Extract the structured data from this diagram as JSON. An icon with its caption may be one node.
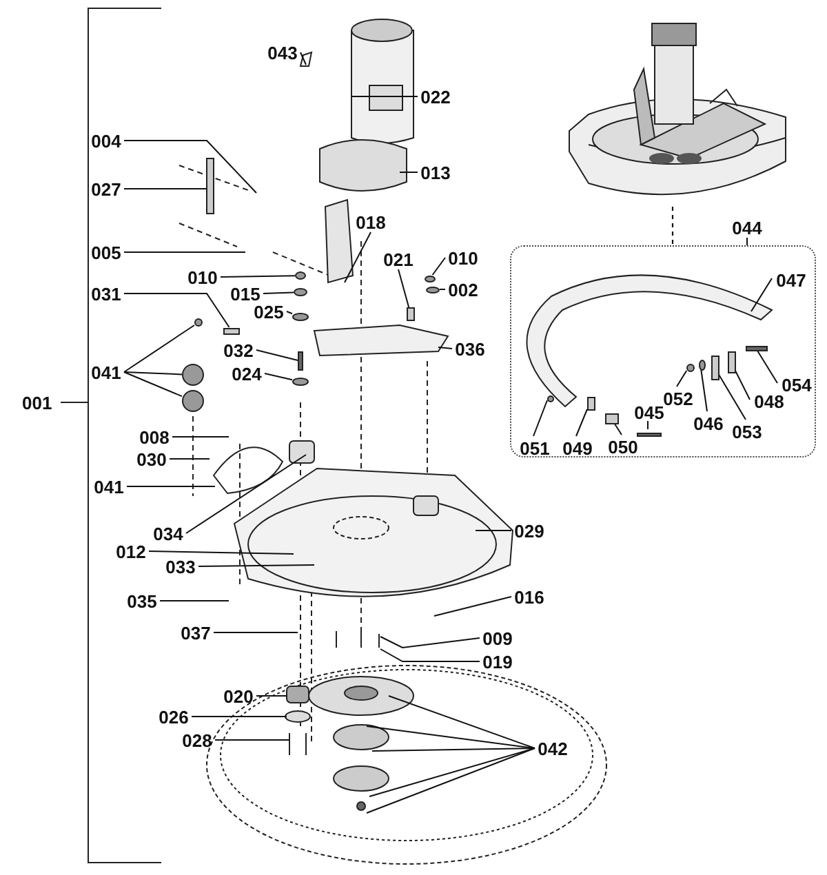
{
  "diagram": {
    "nodes": [
      {
        "text": [
          "043"
        ]
      },
      {
        "text": [
          "022"
        ]
      },
      {
        "text": [
          "004"
        ]
      },
      {
        "text": [
          "027"
        ]
      },
      {
        "text": [
          "013"
        ]
      },
      {
        "text": [
          "005"
        ]
      },
      {
        "text": [
          "018"
        ]
      },
      {
        "text": [
          "010"
        ]
      },
      {
        "text": [
          "015"
        ]
      },
      {
        "text": [
          "021"
        ]
      },
      {
        "text": [
          "010"
        ]
      },
      {
        "text": [
          "002"
        ]
      },
      {
        "text": [
          "031"
        ]
      },
      {
        "text": [
          "025"
        ]
      },
      {
        "text": [
          "036"
        ]
      },
      {
        "text": [
          "041"
        ]
      },
      {
        "text": [
          "032"
        ]
      },
      {
        "text": [
          "024"
        ]
      },
      {
        "text": [
          "008"
        ]
      },
      {
        "text": [
          "030"
        ]
      },
      {
        "text": [
          "041"
        ]
      },
      {
        "text": [
          "034"
        ]
      },
      {
        "text": [
          "029"
        ]
      },
      {
        "text": [
          "012"
        ]
      },
      {
        "text": [
          "033"
        ]
      },
      {
        "text": [
          "035"
        ]
      },
      {
        "text": [
          "016"
        ]
      },
      {
        "text": [
          "037"
        ]
      },
      {
        "text": [
          "009"
        ]
      },
      {
        "text": [
          "019"
        ]
      },
      {
        "text": [
          "020"
        ]
      },
      {
        "text": [
          "026"
        ]
      },
      {
        "text": [
          "028"
        ]
      },
      {
        "text": [
          "042"
        ]
      },
      {
        "text": [],
        "shape": "picture"
      },
      {
        "text": [],
        "shape": "box"
      },
      {
        "text": [
          "044"
        ]
      },
      {
        "text": [
          "047"
        ],
        "in": 35
      },
      {
        "text": [
          "052"
        ],
        "in": 35
      },
      {
        "text": [
          "054"
        ],
        "in": 35
      },
      {
        "text": [
          "048"
        ],
        "in": 35
      },
      {
        "text": [
          "046"
        ],
        "in": 35
      },
      {
        "text": [
          "053"
        ],
        "in": 35
      },
      {
        "text": [
          "045"
        ],
        "in": 35
      },
      {
        "text": [
          "051"
        ],
        "in": 35
      },
      {
        "text": [
          "049"
        ],
        "in": 35
      },
      {
        "text": [
          "050"
        ],
        "in": 35
      },
      {
        "text": [],
        "shape": "circle"
      },
      {
        "text": [],
        "shape": "circle"
      },
      {
        "text": [],
        "shape": "box"
      },
      {
        "text": [],
        "shape": "circle"
      },
      {
        "text": [],
        "shape": "circle"
      },
      {
        "text": [],
        "shape": "circle"
      },
      {
        "text": [],
        "shape": "circle"
      },
      {
        "text": [],
        "shape": "bar"
      },
      {
        "text": [],
        "shape": "circle"
      },
      {
        "text": [],
        "shape": "circle",
        "in": 35
      },
      {
        "text": [],
        "shape": "box",
        "in": 35
      },
      {
        "text": [],
        "shape": "box",
        "in": 35
      },
      {
        "text": [],
        "shape": "bar",
        "in": 35
      },
      {
        "text": [],
        "shape": "circle",
        "in": 35
      },
      {
        "text": [],
        "shape": "circle",
        "in": 35
      },
      {
        "text": [],
        "shape": "box",
        "in": 35
      },
      {
        "text": [],
        "shape": "box",
        "in": 35
      },
      {
        "text": [],
        "shape": "bar",
        "in": 35
      },
      {
        "text": [],
        "shape": "circle"
      },
      {
        "text": [],
        "shape": "circle"
      },
      {
        "text": [],
        "shape": "box"
      }
    ],
    "edges": [
      {
        "from": 0,
        "to": null,
        "arrow": "none"
      },
      {
        "from": 1,
        "to": null,
        "arrow": "none"
      },
      {
        "from": 2,
        "to": null,
        "arrow": "none"
      },
      {
        "from": 3,
        "to": null,
        "arrow": "none"
      },
      {
        "from": 4,
        "to": null,
        "arrow": "none"
      },
      {
        "from": 5,
        "to": null,
        "arrow": "none"
      },
      {
        "from": 6,
        "to": null,
        "arrow": "none"
      },
      {
        "from": 7,
        "to": 47,
        "arrow": "none"
      },
      {
        "from": 8,
        "to": 48,
        "arrow": "none"
      },
      {
        "from": 9,
        "to": 67,
        "arrow": "none"
      },
      {
        "from": 10,
        "to": 65,
        "arrow": "none"
      },
      {
        "from": 11,
        "to": 66,
        "arrow": "none"
      },
      {
        "from": 12,
        "to": 49,
        "arrow": "none"
      },
      {
        "from": 13,
        "to": 50,
        "arrow": "none"
      },
      {
        "from": 14,
        "to": null,
        "arrow": "none"
      },
      {
        "from": 15,
        "to": 51,
        "arrow": "none"
      },
      {
        "from": 15,
        "to": 52,
        "arrow": "none"
      },
      {
        "from": 15,
        "to": 53,
        "arrow": "none"
      },
      {
        "from": 16,
        "to": 54,
        "arrow": "none"
      },
      {
        "from": 17,
        "to": 55,
        "arrow": "none"
      },
      {
        "from": 18,
        "to": null,
        "arrow": "none"
      },
      {
        "from": 19,
        "to": null,
        "arrow": "none"
      },
      {
        "from": 20,
        "to": null,
        "arrow": "none"
      },
      {
        "from": 21,
        "to": null,
        "arrow": "none"
      },
      {
        "from": 22,
        "to": null,
        "arrow": "none"
      },
      {
        "from": 23,
        "to": null,
        "arrow": "none"
      },
      {
        "from": 24,
        "to": null,
        "arrow": "none"
      },
      {
        "from": 25,
        "to": null,
        "arrow": "none"
      },
      {
        "from": 26,
        "to": null,
        "arrow": "none"
      },
      {
        "from": 27,
        "to": null,
        "arrow": "none"
      },
      {
        "from": 28,
        "to": null,
        "arrow": "none"
      },
      {
        "from": 29,
        "to": null,
        "arrow": "none"
      },
      {
        "from": 30,
        "to": null,
        "arrow": "none"
      },
      {
        "from": 31,
        "to": null,
        "arrow": "none"
      },
      {
        "from": 32,
        "to": null,
        "arrow": "none"
      },
      {
        "from": 33,
        "to": null,
        "arrow": "none"
      },
      {
        "from": 33,
        "to": null,
        "arrow": "none"
      },
      {
        "from": 33,
        "to": null,
        "arrow": "none"
      },
      {
        "from": 33,
        "to": null,
        "arrow": "none"
      },
      {
        "from": 33,
        "to": null,
        "arrow": "none"
      },
      {
        "from": 34,
        "to": 35,
        "arrow": "none",
        "style": "dashed"
      },
      {
        "from": 36,
        "to": 35,
        "arrow": "none"
      },
      {
        "from": 37,
        "to": null,
        "arrow": "none"
      },
      {
        "from": 38,
        "to": 60,
        "arrow": "none"
      },
      {
        "from": 39,
        "to": 64,
        "arrow": "none"
      },
      {
        "from": 40,
        "to": 63,
        "arrow": "none"
      },
      {
        "from": 41,
        "to": 61,
        "arrow": "none"
      },
      {
        "from": 42,
        "to": 62,
        "arrow": "none"
      },
      {
        "from": 43,
        "to": 59,
        "arrow": "none"
      },
      {
        "from": 44,
        "to": 56,
        "arrow": "none"
      },
      {
        "from": 45,
        "to": 57,
        "arrow": "none"
      },
      {
        "from": 46,
        "to": 58,
        "arrow": "none"
      }
    ],
    "labels": [
      "001"
    ]
  }
}
